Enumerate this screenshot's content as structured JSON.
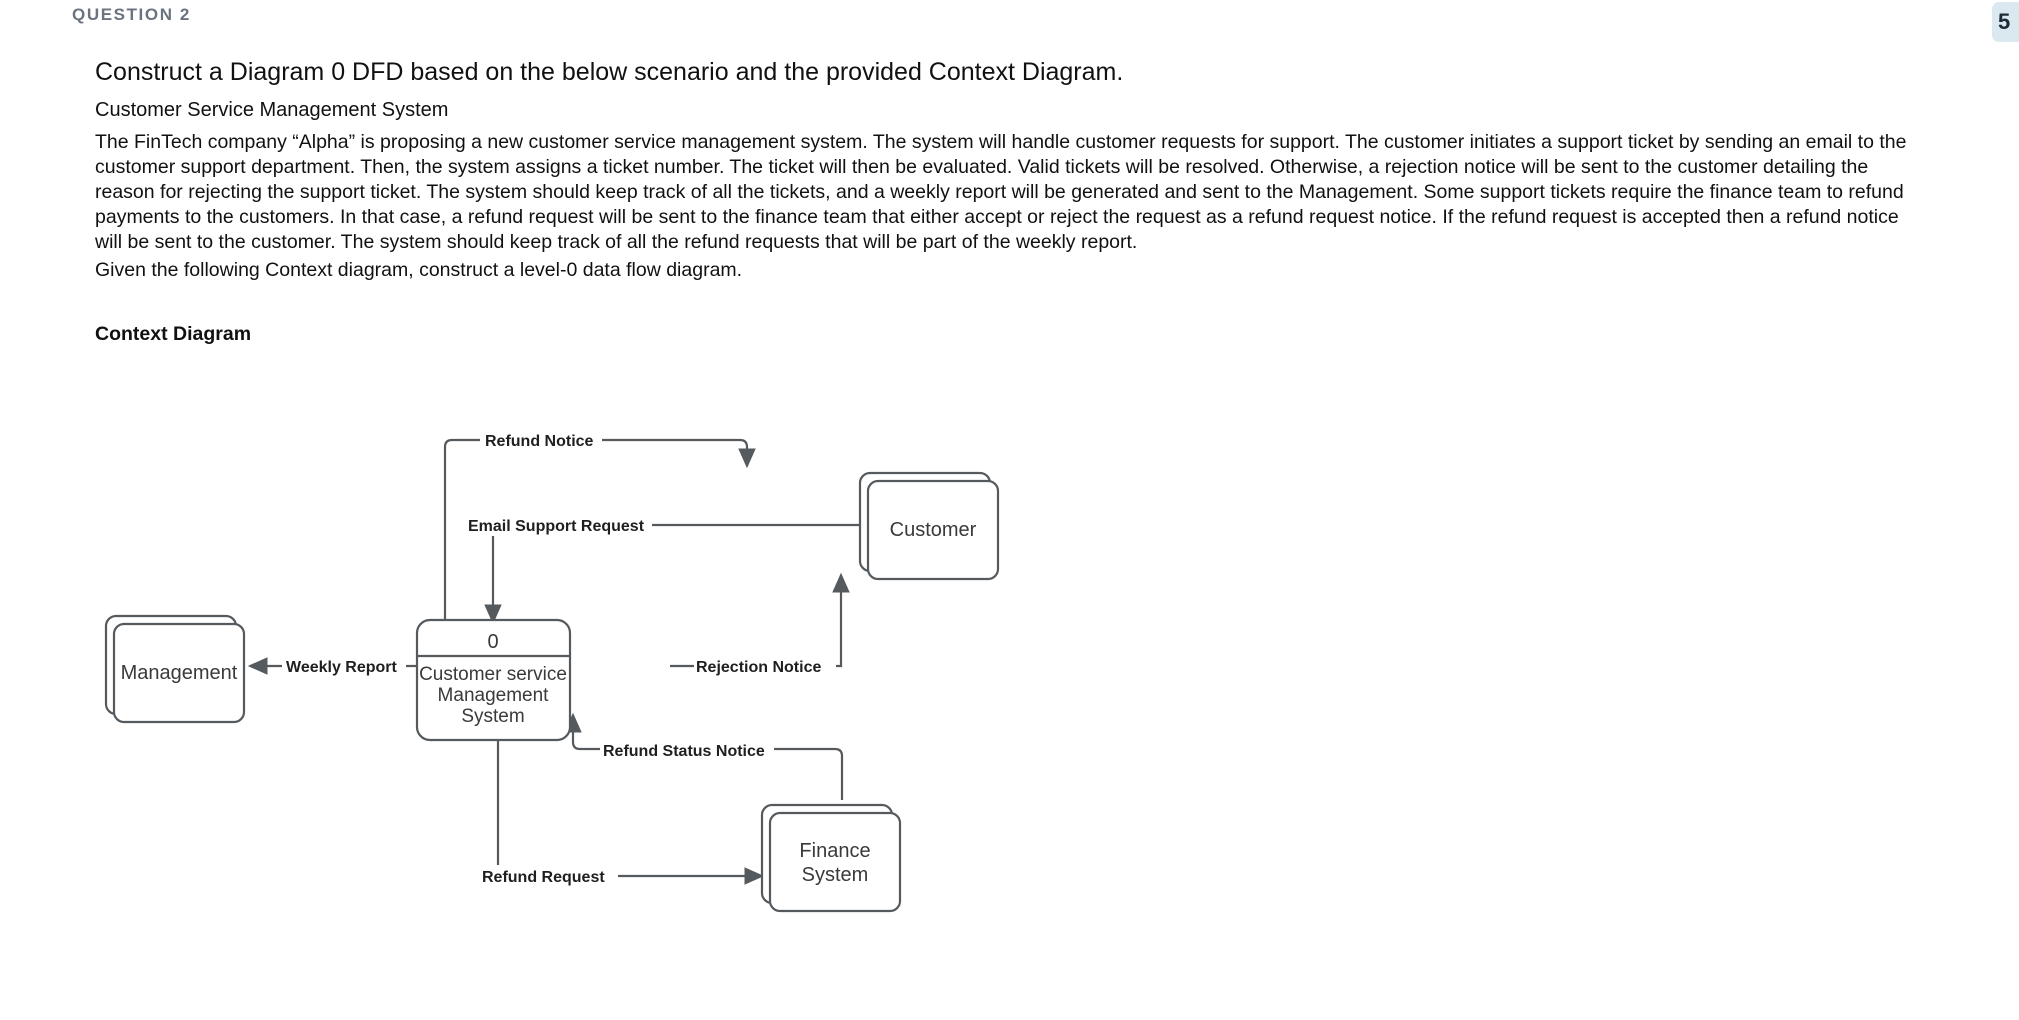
{
  "header": {
    "question_label": "QUESTION 2",
    "scroll_badge": "5"
  },
  "body": {
    "prompt_heading": "Construct a Diagram 0 DFD based on the below scenario and the provided Context Diagram.",
    "subtitle": "Customer Service Management System",
    "scenario": "The FinTech company “Alpha” is proposing a new customer service management system. The system will handle customer requests for support. The customer initiates a support ticket by sending an email to the customer support department. Then, the system assigns a ticket number. The ticket will then be evaluated. Valid tickets will be resolved. Otherwise, a rejection notice will be sent to the customer detailing the reason for rejecting the support ticket. The system should keep track of all the tickets, and a weekly report will be generated and sent to the Management. Some support tickets require the finance team to refund payments to the customers. In that case, a refund request will be sent to the finance team that either accept or reject the request as a refund request notice. If the refund request is accepted then a refund notice will be sent to the customer. The system should keep track of all the refund requests that will be part of the weekly report.",
    "given_line": "Given the following Context diagram, construct a level-0 data flow diagram.",
    "context_heading": "Context Diagram"
  },
  "diagram": {
    "title": "Context Diagram",
    "stroke_color": "#555a5e",
    "entities": [
      {
        "id": "customer",
        "label": "Customer"
      },
      {
        "id": "management",
        "label": "Management"
      },
      {
        "id": "finance-system",
        "label": "Finance System",
        "line1": "Finance",
        "line2": "System"
      }
    ],
    "process": {
      "number": "0",
      "label": "Customer service Management System",
      "line1": "Customer service",
      "line2": "Management",
      "line3": "System"
    },
    "flows": [
      {
        "id": "refund-notice",
        "label": "Refund Notice",
        "from": "process",
        "to": "customer"
      },
      {
        "id": "email-support-request",
        "label": "Email Support Request",
        "from": "customer",
        "to": "process"
      },
      {
        "id": "weekly-report",
        "label": "Weekly Report",
        "from": "process",
        "to": "management"
      },
      {
        "id": "rejection-notice",
        "label": "Rejection Notice",
        "from": "process",
        "to": "customer"
      },
      {
        "id": "refund-status-notice",
        "label": "Refund Status Notice",
        "from": "finance-system",
        "to": "process"
      },
      {
        "id": "refund-request",
        "label": "Refund Request",
        "from": "process",
        "to": "finance-system"
      }
    ]
  }
}
